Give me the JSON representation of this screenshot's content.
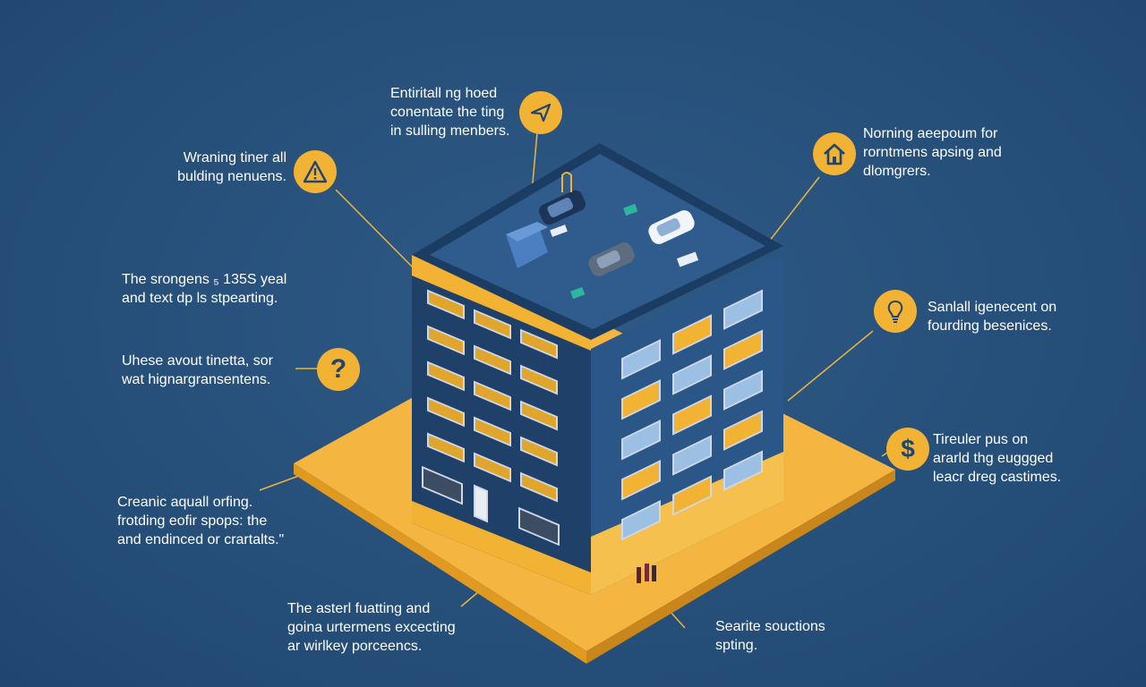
{
  "callouts": {
    "top_center": [
      "Entiritall ng hoed",
      "conentate the ting",
      "in sulling menbers."
    ],
    "top_left": [
      "Wraning tiner all",
      "bulding nenuens."
    ],
    "top_right": [
      "Norning aeepoum for",
      "rorntmens apsing and",
      "dlomgrers."
    ],
    "mid_left": [
      "The srongens ₅ 135S yeal",
      "and text dp ls stpearting."
    ],
    "question_left": [
      "Uhese avout tinetta, sor",
      "wat hignargransentens."
    ],
    "right_bulb": [
      "Sanlall igenecent on",
      "fourding besenices."
    ],
    "right_dollar": [
      "Tireuler pus on",
      "ararld thg euggged",
      "leacr dreg castimes."
    ],
    "lower_left": [
      "Creanic aquall orfing.",
      "frotding eofir spops: the",
      "and endinced or crartalts.\""
    ],
    "bottom_left": [
      "The asterl fuatting and",
      "goina urtermens excecting",
      "ar wirlkey porceencs."
    ],
    "bottom_right": [
      "Searite souctions",
      "spting."
    ]
  },
  "icons": {
    "top_center": "paper-plane-icon",
    "top_left": "warning-icon",
    "top_right": "home-icon",
    "question_left": "question-icon",
    "right_bulb": "lightbulb-icon",
    "right_dollar": "dollar-icon"
  },
  "colors": {
    "background": "#26507a",
    "accent": "#f2b233",
    "building_dark": "#1e3f66",
    "building_mid": "#2b5a8a",
    "roof": "#2d5584",
    "text": "#ffffff"
  }
}
